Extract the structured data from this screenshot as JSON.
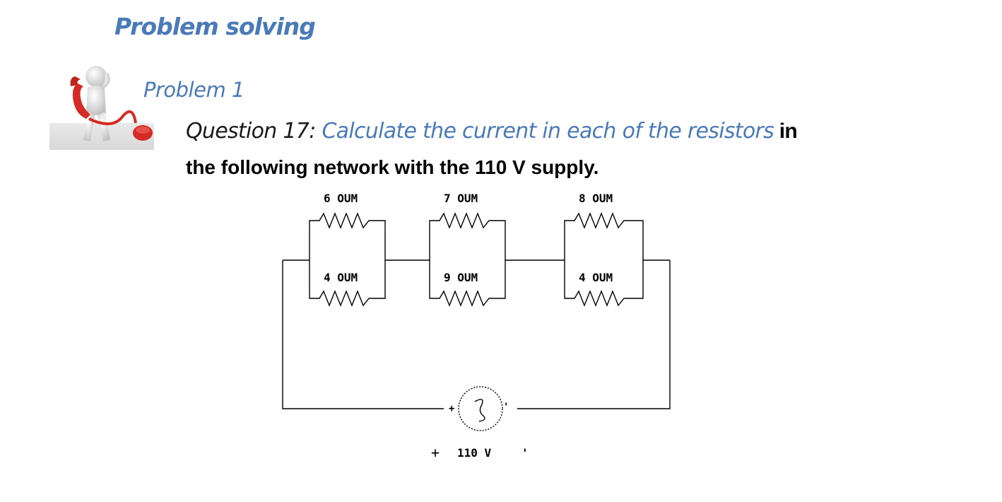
{
  "page": {
    "title": "Problem solving",
    "subtitle": "Problem 1"
  },
  "question": {
    "prefix": "Question 17: ",
    "main": "Calculate the current in each of the resistors",
    "tail": " in",
    "line2": "the following network with the 110 V supply."
  },
  "circuit": {
    "resistors_top": [
      "6 OUM",
      "7 OUM",
      "8 OUM"
    ],
    "resistors_bottom": [
      "4 OUM",
      "9 OUM",
      "4 OUM"
    ],
    "source": {
      "plus": "+",
      "minus": "'",
      "voltage": "110 V",
      "terminal_plus": "+",
      "terminal_minus": "'"
    }
  },
  "illustration": {
    "icon": "person-holding-phone-illustration",
    "colors": {
      "figure": "#e6e6e6",
      "phone": "#d42b24"
    }
  },
  "colors": {
    "heading": "#4a7ab8",
    "text": "#000000"
  }
}
